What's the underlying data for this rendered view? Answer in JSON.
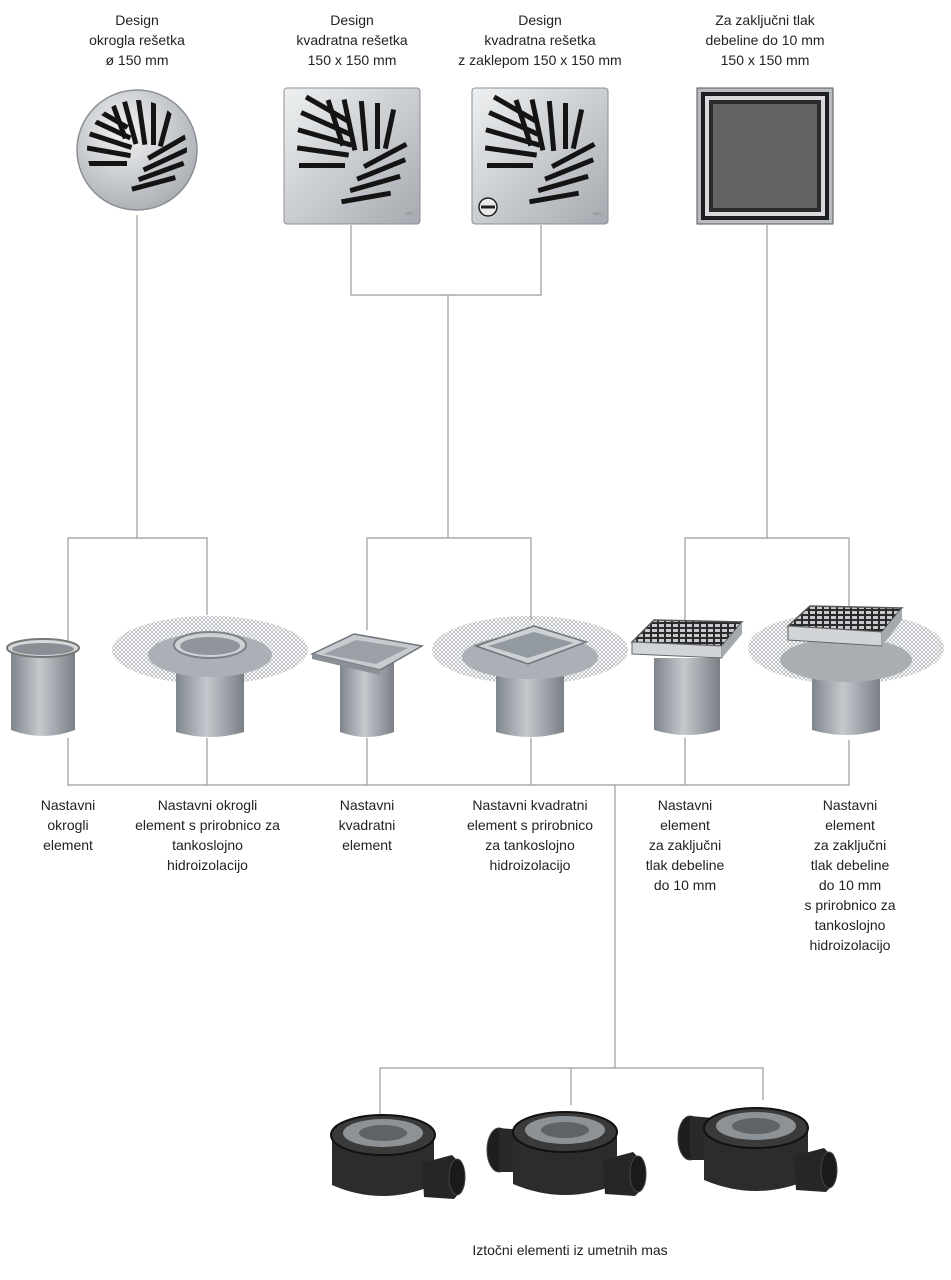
{
  "grates": [
    {
      "id": "round",
      "lines": [
        "Design",
        "okrogla rešetka",
        "ø 150 mm"
      ]
    },
    {
      "id": "square",
      "lines": [
        "Design",
        "kvadratna rešetka",
        "150 x 150 mm"
      ]
    },
    {
      "id": "square_lock",
      "lines": [
        "Design",
        "kvadratna rešetka",
        "z zaklepom 150 x 150 mm"
      ]
    },
    {
      "id": "tile",
      "lines": [
        "Za zaključni tlak",
        "debeline do 10 mm",
        "150 x 150 mm"
      ]
    }
  ],
  "elements": [
    {
      "id": "round_plain",
      "lines": [
        "Nastavni",
        "okrogli",
        "element"
      ]
    },
    {
      "id": "round_flange",
      "lines": [
        "Nastavni okrogli",
        "element s prirobnico za",
        "tankoslojno",
        "hidroizolacijo"
      ]
    },
    {
      "id": "square_plain",
      "lines": [
        "Nastavni",
        "kvadratni",
        "element"
      ]
    },
    {
      "id": "square_flange",
      "lines": [
        "Nastavni kvadratni",
        "element s prirobnico",
        "za tankoslojno",
        "hidroizolacijo"
      ]
    },
    {
      "id": "tile_plain",
      "lines": [
        "Nastavni",
        "element",
        "za zaključni",
        "tlak debeline",
        "do 10 mm"
      ]
    },
    {
      "id": "tile_flange",
      "lines": [
        "Nastavni",
        "element",
        "za zaključni",
        "tlak debeline",
        "do 10 mm",
        "s prirobnico za",
        "tankoslojno",
        "hidroizolacijo"
      ]
    }
  ],
  "outlets": {
    "caption": "Iztočni elementi iz umetnih mas"
  },
  "colors": {
    "line": "#9a9a9a",
    "steel": "#c9cdd2",
    "dark": "#1b1b1b",
    "body": "#2a2a2a"
  }
}
